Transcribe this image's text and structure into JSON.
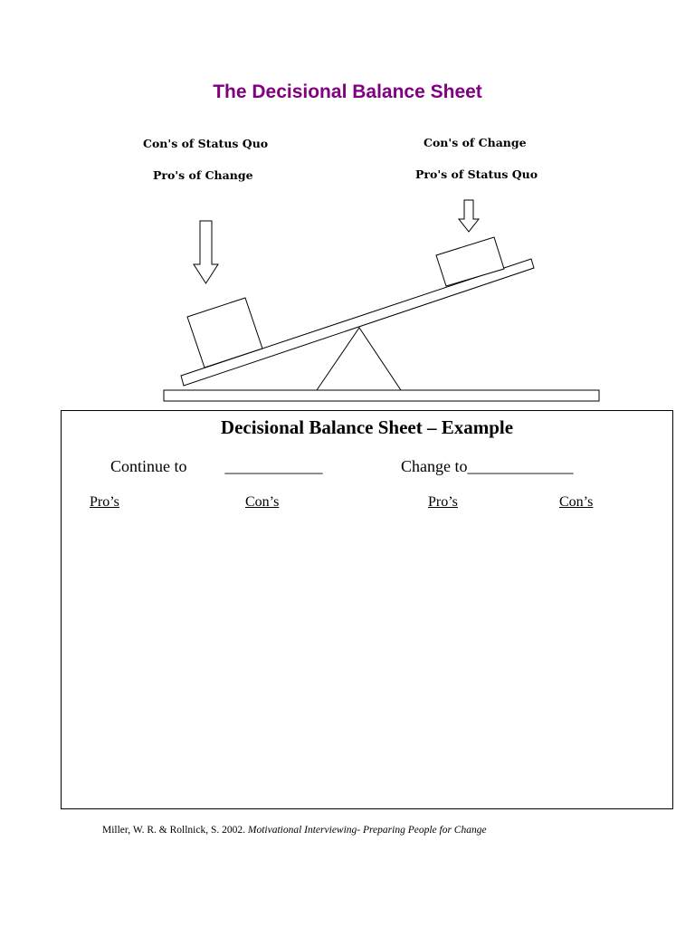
{
  "page": {
    "title": "The Decisional Balance Sheet",
    "title_color": "#800080"
  },
  "diagram": {
    "left_labels": [
      "Con's of Status Quo",
      "Pro's of Change"
    ],
    "right_labels": [
      "Con's of Change",
      "Pro's of Status Quo"
    ],
    "left_icon": "down-arrow-icon",
    "right_icon": "down-arrow-icon"
  },
  "sheet": {
    "title": "Decisional Balance Sheet – Example",
    "continue_label": "Continue to",
    "continue_blank": "____________",
    "change_label": "Change to",
    "change_blank": "_____________",
    "columns": [
      "Pro’s",
      "Con’s",
      "Pro’s",
      "Con’s"
    ]
  },
  "citation": {
    "authors": "Miller, W. R. & Rollnick, S. 2002.",
    "work": "Motivational Interviewing- Preparing People for Change"
  }
}
